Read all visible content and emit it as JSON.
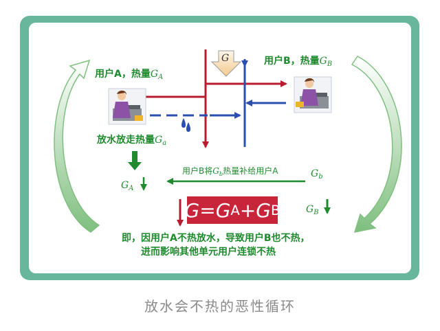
{
  "colors": {
    "frame": "#68b79d",
    "supply": "#b81c2e",
    "return": "#2a4fb0",
    "green": "#1f8a2e",
    "formula_bg": "#c8243a"
  },
  "user_a": {
    "prefix": "用户A，热量",
    "sym": "G",
    "sub": "A"
  },
  "user_b": {
    "prefix": "用户B，热量",
    "sym": "G",
    "sub": "B"
  },
  "source": {
    "label": "G"
  },
  "discharge": {
    "prefix": "放水放走热量",
    "sym": "G",
    "sub": "a"
  },
  "ga_label": {
    "sym": "G",
    "sub": "A"
  },
  "gb_label": {
    "sym": "G",
    "sub": "B"
  },
  "gb_small": {
    "sym": "G",
    "sub": "b"
  },
  "compensate": {
    "pre": "用户B将",
    "sym": "G",
    "sub": "b",
    "post": "热量补给用户A"
  },
  "formula": {
    "g": "G=",
    "ga": "G",
    "ga_sub": "A",
    "plus": "+",
    "gb": "G",
    "gb_sub": "B"
  },
  "conclusion": {
    "line1": "即，因用户A不热放水，导致用户B也不热，",
    "line2": "进而影响其他单元用户连锁不热"
  },
  "caption": "放水会不热的恶性循环",
  "icons": [
    "person-a-icon",
    "person-b-icon",
    "water-drop-icon",
    "cycle-arrow-icon"
  ]
}
